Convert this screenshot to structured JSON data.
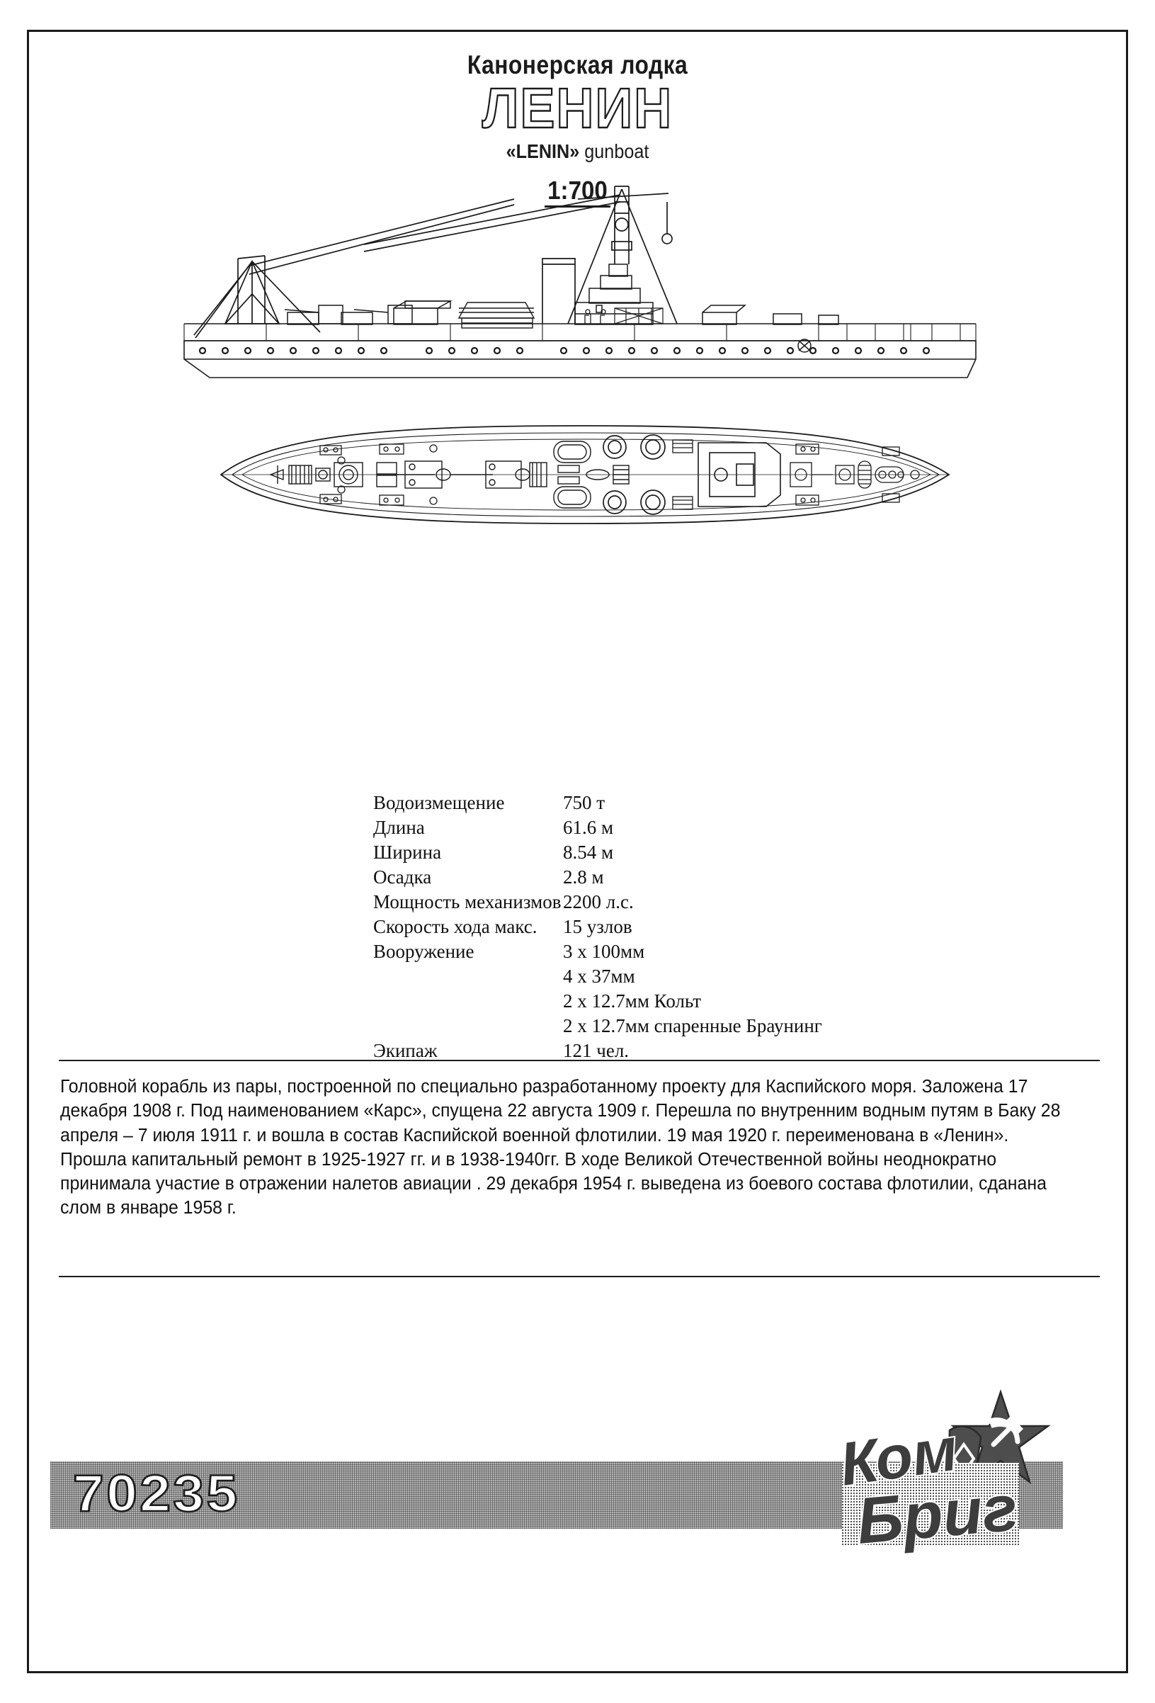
{
  "document": {
    "kicker": "Канонерская лодка",
    "ship_name": "ЛЕНИН",
    "english_title_quoted": "«LENIN»",
    "english_title_rest": " gunboat",
    "scale": "1:700"
  },
  "specs": {
    "rows": [
      {
        "label": "Водоизмещение",
        "value": "750 т"
      },
      {
        "label": "Длина",
        "value": "61.6 м"
      },
      {
        "label": "Ширина",
        "value": "8.54 м"
      },
      {
        "label": "Осадка",
        "value": "2.8 м"
      },
      {
        "label": "Мощность механизмов",
        "value": "2200 л.с."
      },
      {
        "label": "Скорость хода макс.",
        "value": "15 узлов"
      },
      {
        "label": "Вооружение",
        "value": "3 x 100мм"
      },
      {
        "label": "",
        "value": "4 x 37мм"
      },
      {
        "label": "",
        "value": "2 x 12.7мм Кольт"
      },
      {
        "label": "",
        "value": "2 x 12.7мм спаренные Браунинг"
      },
      {
        "label": "Экипаж",
        "value": "121 чел."
      }
    ]
  },
  "description": {
    "text": "Головной корабль из пары, построенной по специально разработанному проекту для Каспийского моря. Заложена 17 декабря 1908 г. Под наименованием «Карс», спущена 22 августа 1909 г. Перешла по внутренним водным путям в Баку 28 апреля – 7 июля 1911 г. и  вошла в состав Каспийской военной флотилии. 19 мая 1920 г. переименована в «Ленин». Прошла капитальный ремонт в 1925-1927 гг. и в 1938-1940гг.  В ходе Великой Отечественной войны неоднократно принимала участие в отражении налетов авиации . 29 декабря 1954 г. выведена из боевого состава флотилии, сданана слом в январе 1958 г."
  },
  "footer": {
    "kit_number": "70235",
    "brand_top": "Ком",
    "brand_bottom": "Бриг"
  },
  "colors": {
    "ink": "#1c1c1c",
    "band_gray": "#b3b3b3",
    "paper": "#ffffff"
  }
}
